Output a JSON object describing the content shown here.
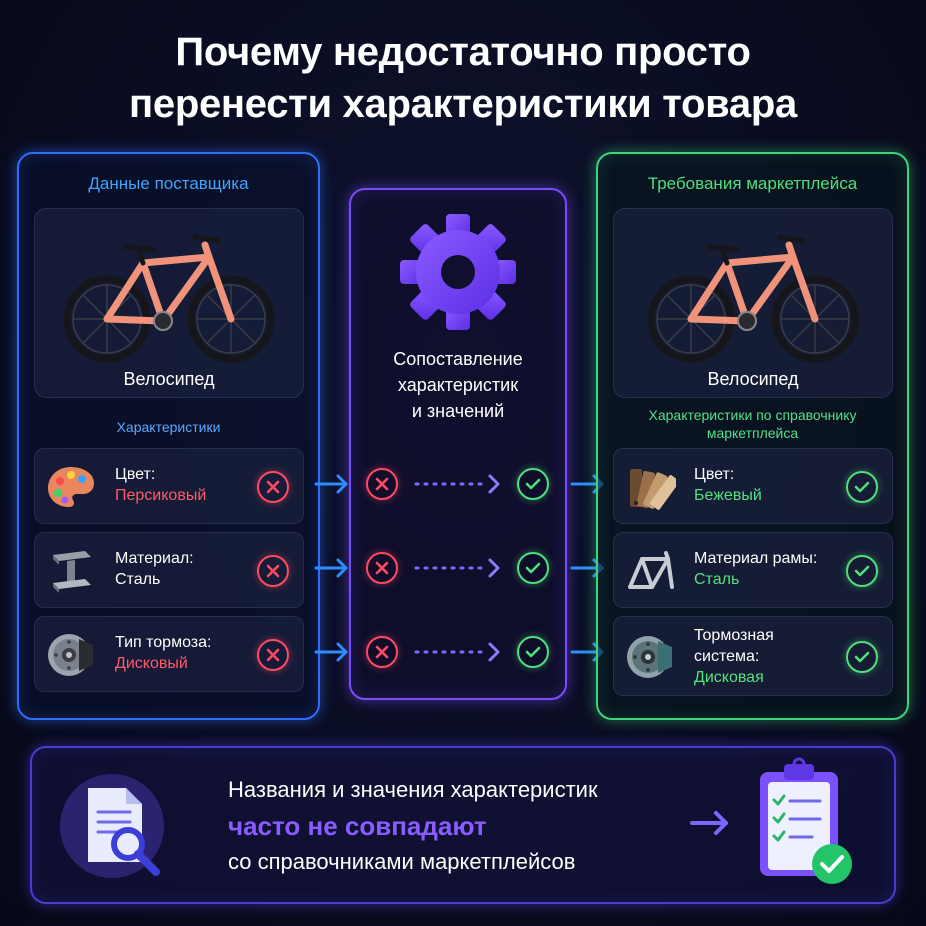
{
  "title": {
    "line1": "Почему недостаточно просто",
    "line2": "перенести характеристики товара"
  },
  "supplier": {
    "title": "Данные поставщика",
    "product": "Велосипед",
    "attributes_title": "Характеристики",
    "rows": [
      {
        "icon": "palette-icon",
        "name": "Цвет:",
        "value": "Персиковый",
        "status": "mismatch"
      },
      {
        "icon": "steel-beam-icon",
        "name": "Материал:",
        "value": "Сталь",
        "status": "mismatch"
      },
      {
        "icon": "disc-brake-icon",
        "name": "Тип тормоза:",
        "value": "Дисковый",
        "status": "mismatch"
      }
    ]
  },
  "mapping": {
    "label_line1": "Сопоставление",
    "label_line2": "характеристик",
    "label_line3": "и значений"
  },
  "marketplace": {
    "title": "Требования маркетплейса",
    "product": "Велосипед",
    "attributes_title_line1": "Характеристики по справочнику",
    "attributes_title_line2": "маркетплейса",
    "rows": [
      {
        "icon": "color-swatch-icon",
        "name": "Цвет:",
        "value": "Бежевый",
        "status": "match"
      },
      {
        "icon": "bike-frame-icon",
        "name": "Материал рамы:",
        "value": "Сталь",
        "status": "match"
      },
      {
        "icon": "brake-system-icon",
        "name_line1": "Тормозная",
        "name_line2": "система:",
        "value": "Дисковая",
        "status": "match"
      }
    ]
  },
  "bottom": {
    "line1": "Названия и значения характеристик",
    "line2": "часто не совпадают",
    "line3": "со справочниками маркетплейсов"
  },
  "colors": {
    "supplier_accent": "#2f6dff",
    "mapping_accent": "#7a4cff",
    "marketplace_accent": "#3dd47a",
    "mismatch": "#ff4a62",
    "match": "#4fe07c",
    "bike": "#f0937a"
  }
}
